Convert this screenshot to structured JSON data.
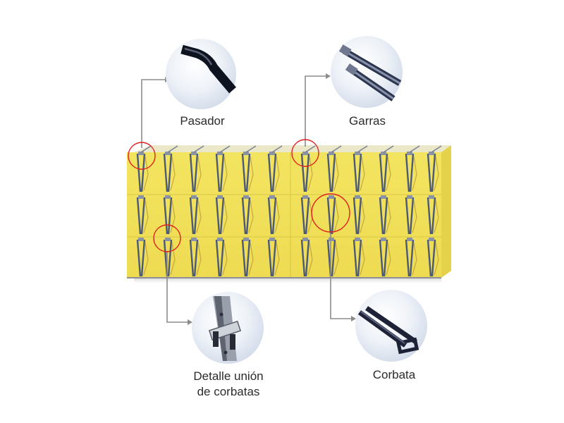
{
  "colors": {
    "wall_face": "#f2e25a",
    "wall_top": "#ece8c6",
    "tie_steel": "#4a5a78",
    "pointer_line": "#8c8c8c",
    "highlight_circle": "#e02020",
    "callout_bg": "#dde4ef"
  },
  "callouts": {
    "pasador": {
      "label": "Pasador",
      "icon": "bent-rod-icon"
    },
    "garras": {
      "label": "Garras",
      "icon": "claw-bracket-icon"
    },
    "detalle": {
      "line1": "Detalle unión",
      "line2": "de corbatas",
      "icon": "tie-joint-icon"
    },
    "corbata": {
      "label": "Corbata",
      "icon": "tie-loop-icon"
    }
  }
}
